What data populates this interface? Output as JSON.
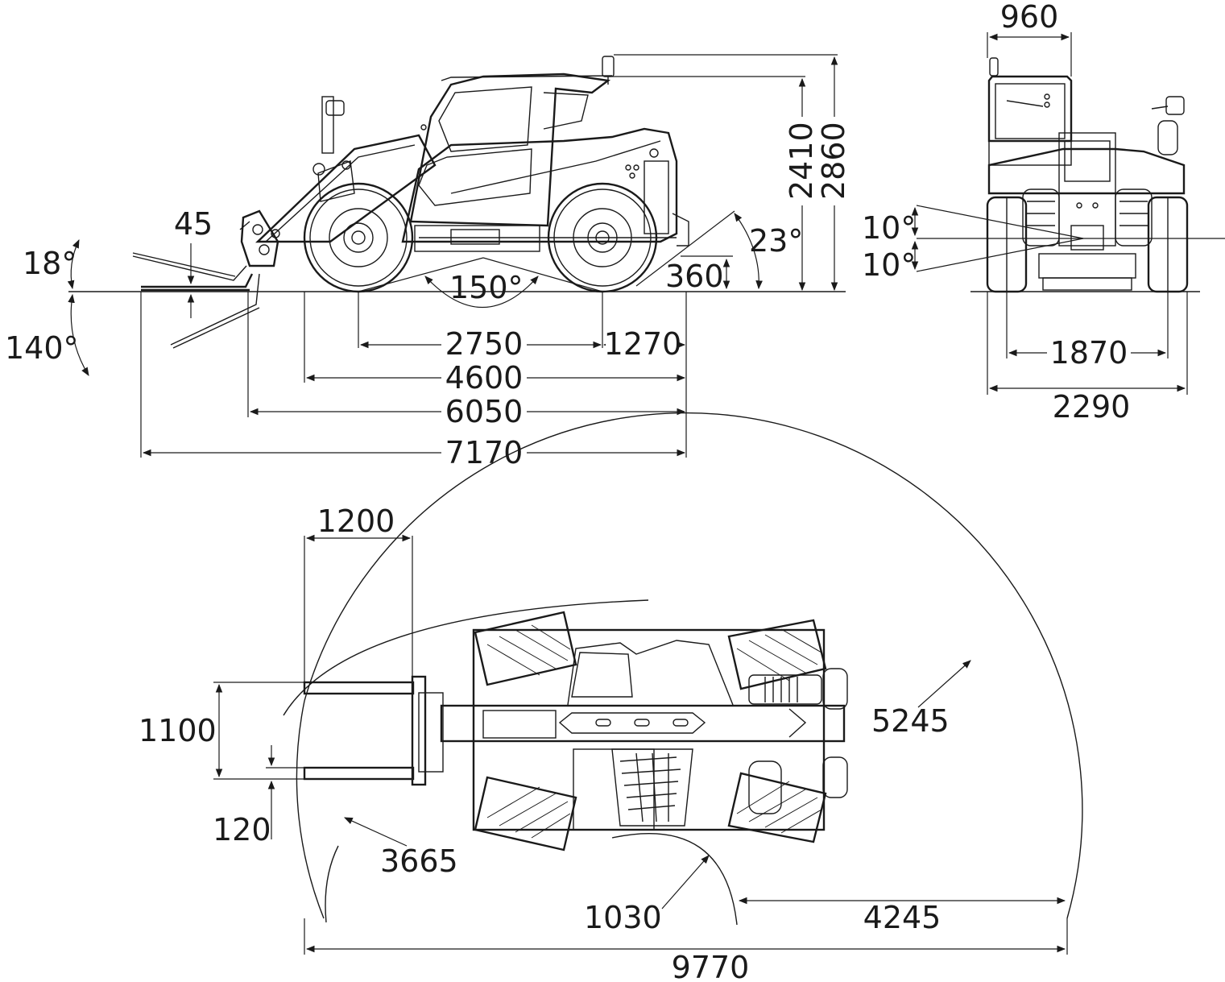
{
  "colors": {
    "line": "#1a1a1a",
    "background": "#ffffff"
  },
  "side_view": {
    "fork_rise": "45",
    "fork_tilt_up": "18°",
    "fork_tilt_down": "140°",
    "rear_departure_angle": "23°",
    "ground_clearance": "360",
    "breakover_angle": "150°",
    "wheelbase": "2750",
    "rear_overhang": "1270",
    "length_to_carriage": "4600",
    "length_to_fork_face": "6050",
    "overall_length": "7170",
    "height_to_roof": "2410",
    "height_to_beacon": "2860"
  },
  "rear_view": {
    "offset_width": "960",
    "tilt_up": "10°",
    "tilt_down": "10°",
    "track_width": "1870",
    "overall_width": "2290"
  },
  "top_view": {
    "fork_length": "1200",
    "fork_spread": "1100",
    "fork_width": "120",
    "outer_turning_radius": "5245",
    "inner_turning_radius": "3665",
    "min_turn_radius": "1030",
    "turning_offset": "4245",
    "aisle_width": "9770"
  }
}
